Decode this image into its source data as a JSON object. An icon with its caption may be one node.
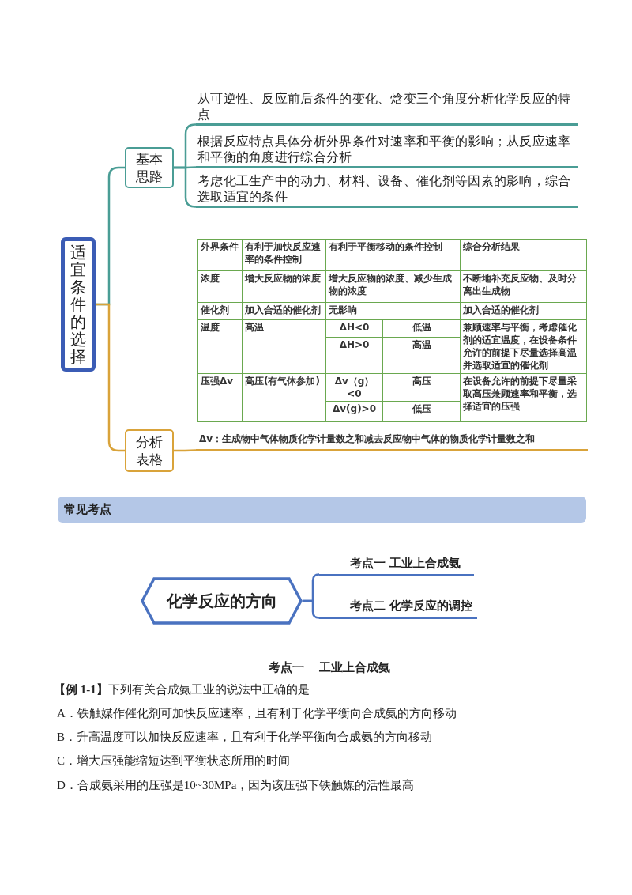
{
  "diagram": {
    "nodes": [
      {
        "text": [
          "适宜条件的选择"
        ]
      },
      {
        "text": [
          "基本思路"
        ]
      },
      {
        "text": [
          "从可逆性、反应前后条件的变化、焓变三个角度分析化学反应的特点"
        ]
      },
      {
        "text": [
          "根据反应特点具体分析外界条件对速率和平衡的影响；从反应速率和平衡的角度进行综合分析"
        ]
      },
      {
        "text": [
          "考虑化工生产中的动力、材料、设备、催化剂等因素的影响，综合选取适宜的条件"
        ]
      },
      {
        "text": [
          "分析表格"
        ]
      },
      {
        "text": [
          "Δv：生成物中气体物质化学计量数之和减去反应物中气体的物质化学计量数之和"
        ]
      },
      {
        "text": [
          "常见考点"
        ]
      },
      {
        "text": [
          "化学反应的方向"
        ]
      },
      {
        "text": [
          "考点一 工业上合成氨"
        ]
      },
      {
        "text": [
          "考点二 化学反应的调控"
        ]
      }
    ],
    "edges": [
      {
        "from": 0,
        "to": 1,
        "arrow": "none"
      },
      {
        "from": 0,
        "to": 5,
        "arrow": "none",
        "color": "#d9a33a"
      },
      {
        "from": 1,
        "to": 2,
        "arrow": "none"
      },
      {
        "from": 1,
        "to": 3,
        "arrow": "none"
      },
      {
        "from": 1,
        "to": 4,
        "arrow": "none"
      },
      {
        "from": 5,
        "to": 6,
        "arrow": "none",
        "color": "#d9a33a"
      },
      {
        "from": 8,
        "to": 9,
        "arrow": "none",
        "color": "#4a72c0"
      },
      {
        "from": 8,
        "to": 10,
        "arrow": "none",
        "color": "#4a72c0"
      }
    ],
    "labels": [
      "外界条件",
      "有利于加快反应速率的条件控制",
      "有利于平衡移动的条件控制",
      "综合分析结果",
      "浓度",
      "增大反应物的浓度",
      "增大反应物的浓度、减少生成物的浓度",
      "不断地补充反应物、及时分离出生成物",
      "催化剂",
      "加入合适的催化剂",
      "无影响",
      "加入合适的催化剂",
      "温度",
      "高温",
      "ΔH<0",
      "低温",
      "兼顾速率与平衡，考虑催化剂的适宜温度，在设备条件允许的前提下尽量选择高温并选取适宜的催化剂",
      "ΔH>0",
      "高温",
      "压强Δv",
      "高压(有气体参加)",
      "Δv（g）<0",
      "高压",
      "在设备允许的前提下尽量采取高压兼顾速率和平衡，选择适宜的压强",
      "Δv(g)>0",
      "低压",
      "考点一     工业上合成氨",
      "**【例 1-1】**下列有关合成氨工业的说法中正确的是",
      "A．铁触媒作催化剂可加快反应速率，且有利于化学平衡向合成氨的方向移动",
      "B．升高温度可以加快反应速率，且有利于化学平衡向合成氨的方向移动",
      "C．增大压强能缩短达到平衡状态所用的时间",
      "D．合成氨采用的压强是10~30MPa，因为该压强下铁触媒的活性最高"
    ]
  }
}
